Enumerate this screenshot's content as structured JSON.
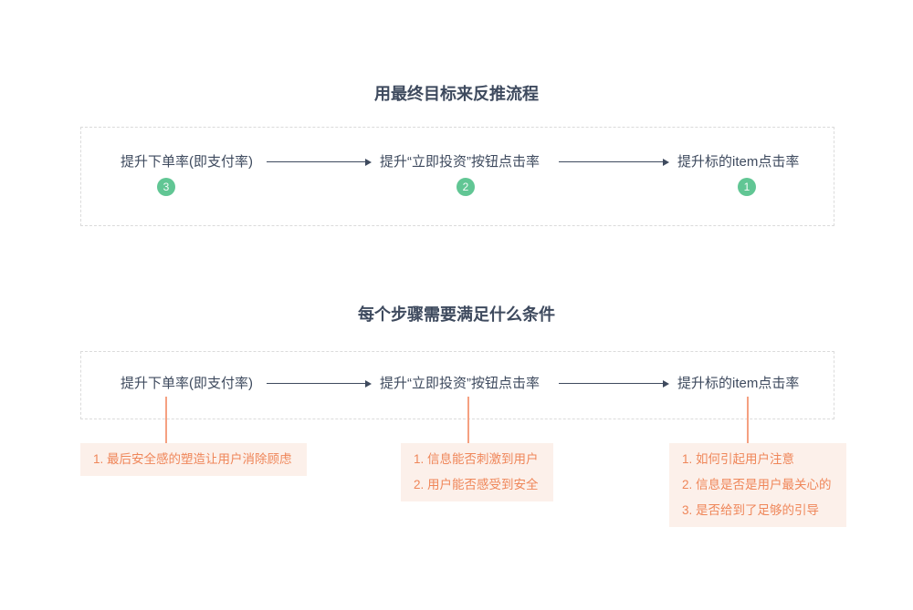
{
  "flow_steps": [
    {
      "label": "提升下单率(即支付率)",
      "badge": "3"
    },
    {
      "label": "提升“立即投资”按钮点击率",
      "badge": "2"
    },
    {
      "label": "提升标的item点击率",
      "badge": "1"
    }
  ],
  "section_goal": {
    "title": "用最终目标来反推流程"
  },
  "section_conditions": {
    "title": "每个步骤需要满足什么条件",
    "notes": [
      {
        "items": [
          "1. 最后安全感的塑造让用户消除顾虑"
        ]
      },
      {
        "items": [
          "1. 信息能否刺激到用户",
          "2. 用户能否感受到安全"
        ]
      },
      {
        "items": [
          "1. 如何引起用户注意",
          "2. 信息是否是用户最关心的",
          "3. 是否给到了足够的引导"
        ]
      }
    ]
  },
  "colors": {
    "text_dark": "#3E4A5E",
    "accent_green": "#61C694",
    "accent_orange": "#EF8659",
    "connector_orange": "#F5A081",
    "note_background": "#FCF0EA",
    "dashed_border": "#DBDBDB"
  }
}
